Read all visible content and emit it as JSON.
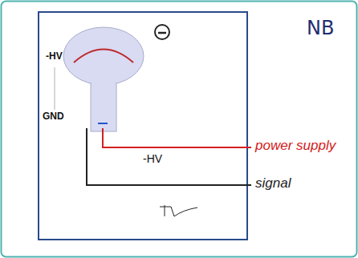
{
  "diagram": {
    "labels": [
      "NB",
      "-HV",
      "GND",
      "-HV",
      "power supply",
      "signal"
    ]
  }
}
